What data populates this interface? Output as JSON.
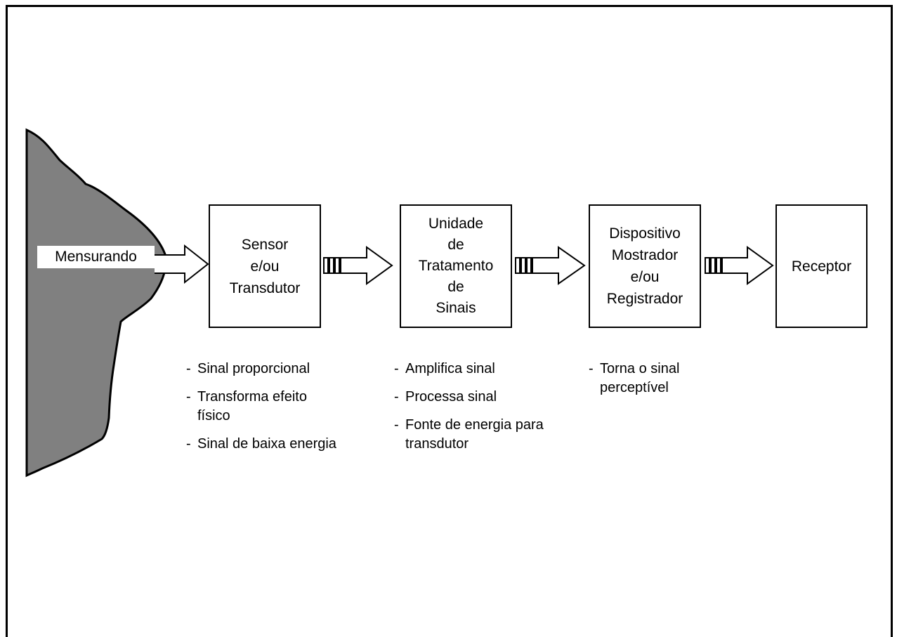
{
  "diagram": {
    "source": {
      "label": "Mensurando",
      "fill": "#808080"
    },
    "blocks": [
      {
        "id": "sensor",
        "lines": [
          "Sensor",
          "e/ou",
          "Transdutor"
        ]
      },
      {
        "id": "tratamento",
        "lines": [
          "Unidade",
          "de",
          "Tratamento",
          "de",
          "Sinais"
        ]
      },
      {
        "id": "mostrador",
        "lines": [
          "Dispositivo",
          "Mostrador",
          "e/ou",
          "Registrador"
        ]
      },
      {
        "id": "receptor",
        "lines": [
          "Receptor"
        ]
      }
    ],
    "notes": {
      "sensor": [
        {
          "dash": "-",
          "text": "Sinal proporcional"
        },
        {
          "dash": "-",
          "text": "Transforma efeito físico"
        },
        {
          "dash": "-",
          "text": "Sinal de baixa energia"
        }
      ],
      "tratamento": [
        {
          "dash": "-",
          "text": "Amplifica sinal"
        },
        {
          "dash": "-",
          "text": "Processa sinal"
        },
        {
          "dash": "-",
          "text": "Fonte de energia para transdutor"
        }
      ],
      "mostrador": [
        {
          "dash": "-",
          "text": "Torna o sinal perceptível"
        }
      ]
    }
  }
}
